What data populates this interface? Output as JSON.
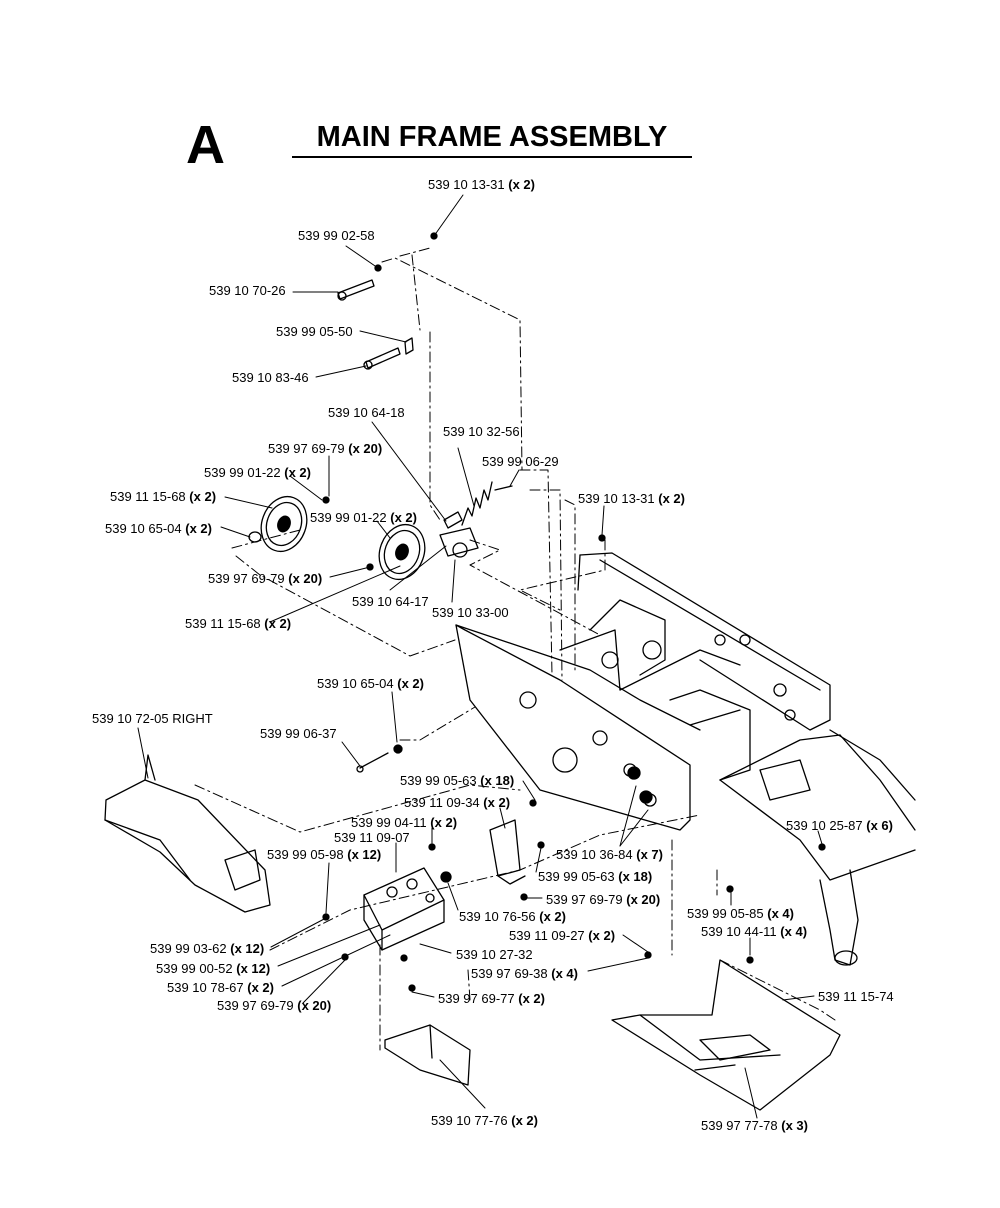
{
  "header": {
    "section_letter": "A",
    "title": "MAIN FRAME ASSEMBLY"
  },
  "callouts": [
    {
      "id": "c1",
      "part": "539 10 13-31",
      "qty": "(x 2)"
    },
    {
      "id": "c2",
      "part": "539 99 02-58",
      "qty": ""
    },
    {
      "id": "c3",
      "part": "539 10 70-26",
      "qty": ""
    },
    {
      "id": "c4",
      "part": "539 99 05-50",
      "qty": ""
    },
    {
      "id": "c5",
      "part": "539 10 83-46",
      "qty": ""
    },
    {
      "id": "c6",
      "part": "539 10 64-18",
      "qty": ""
    },
    {
      "id": "c7",
      "part": "539 10 32-56",
      "qty": ""
    },
    {
      "id": "c8",
      "part": "539 97 69-79",
      "qty": "(x 20)"
    },
    {
      "id": "c9",
      "part": "539 99 06-29",
      "qty": ""
    },
    {
      "id": "c10",
      "part": "539 99 01-22",
      "qty": "(x 2)"
    },
    {
      "id": "c11",
      "part": "539 11 15-68",
      "qty": "(x 2)"
    },
    {
      "id": "c12",
      "part": "539 10 13-31",
      "qty": "(x 2)"
    },
    {
      "id": "c13",
      "part": "539 99 01-22",
      "qty": "(x 2)"
    },
    {
      "id": "c14",
      "part": "539 10 65-04",
      "qty": "(x 2)"
    },
    {
      "id": "c15",
      "part": "539 97 69-79",
      "qty": "(x 20)"
    },
    {
      "id": "c16",
      "part": "539 10 64-17",
      "qty": ""
    },
    {
      "id": "c17",
      "part": "539 10 33-00",
      "qty": ""
    },
    {
      "id": "c18",
      "part": "539 11 15-68",
      "qty": "(x 2)"
    },
    {
      "id": "c19",
      "part": "539 10 65-04",
      "qty": "(x 2)"
    },
    {
      "id": "c20",
      "part": "539 10 72-05 RIGHT",
      "qty": ""
    },
    {
      "id": "c21",
      "part": "539 99 06-37",
      "qty": ""
    },
    {
      "id": "c22",
      "part": "539 99 05-63",
      "qty": "(x 18)"
    },
    {
      "id": "c23",
      "part": "539 11 09-34",
      "qty": "(x 2)"
    },
    {
      "id": "c24",
      "part": "539 99 04-11",
      "qty": "(x 2)"
    },
    {
      "id": "c25",
      "part": "539 11 09-07",
      "qty": ""
    },
    {
      "id": "c26",
      "part": "539 10 36-84",
      "qty": "(x 7)"
    },
    {
      "id": "c27",
      "part": "539 10 25-87",
      "qty": "(x 6)"
    },
    {
      "id": "c28",
      "part": "539 99 05-98",
      "qty": "(x 12)"
    },
    {
      "id": "c29",
      "part": "539 99 05-63",
      "qty": "(x 18)"
    },
    {
      "id": "c30",
      "part": "539 97 69-79",
      "qty": "(x 20)"
    },
    {
      "id": "c31",
      "part": "539 10 76-56",
      "qty": "(x 2)"
    },
    {
      "id": "c32",
      "part": "539 99 05-85",
      "qty": "(x 4)"
    },
    {
      "id": "c33",
      "part": "539 10 44-11",
      "qty": "(x 4)"
    },
    {
      "id": "c34",
      "part": "539 11 09-27",
      "qty": "(x 2)"
    },
    {
      "id": "c35",
      "part": "539 99 03-62",
      "qty": "(x 12)"
    },
    {
      "id": "c36",
      "part": "539 10 27-32",
      "qty": ""
    },
    {
      "id": "c37",
      "part": "539 99 00-52",
      "qty": "(x 12)"
    },
    {
      "id": "c38",
      "part": "539 97 69-38",
      "qty": "(x 4)"
    },
    {
      "id": "c39",
      "part": "539 11 15-74",
      "qty": ""
    },
    {
      "id": "c40",
      "part": "539 10 78-67",
      "qty": "(x 2)"
    },
    {
      "id": "c41",
      "part": "539 97 69-77",
      "qty": "(x 2)"
    },
    {
      "id": "c42",
      "part": "539 97 69-79",
      "qty": "(x 20)"
    },
    {
      "id": "c43",
      "part": "539 10 77-76",
      "qty": "(x 2)"
    },
    {
      "id": "c44",
      "part": "539 97 77-78",
      "qty": "(x 3)"
    }
  ]
}
